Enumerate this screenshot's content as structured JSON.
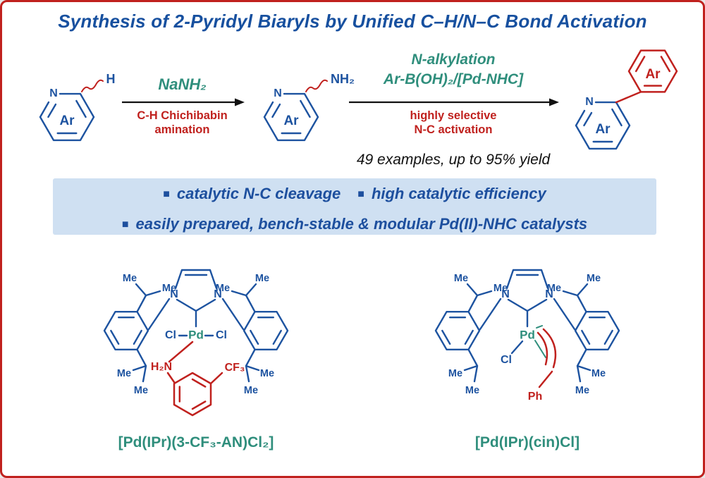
{
  "title": "Synthesis of 2-Pyridyl Biaryls by Unified C–H/N–C Bond Activation",
  "scheme": {
    "reactant": {
      "n": "N",
      "ar": "Ar",
      "substituent": "H"
    },
    "arrow1": {
      "reagent": "NaNH₂",
      "condition_line1": "C-H Chichibabin",
      "condition_line2": "amination"
    },
    "intermediate": {
      "n": "N",
      "ar": "Ar",
      "substituent": "NH₂"
    },
    "arrow2": {
      "reagent_line1": "N-alkylation",
      "reagent_line2": "Ar-B(OH)₂/[Pd-NHC]",
      "condition_line1": "highly selective",
      "condition_line2": "N-C activation"
    },
    "product": {
      "n": "N",
      "ar_pyridyl": "Ar",
      "ar_aryl": "Ar"
    },
    "scope": "49 examples, up to 95% yield"
  },
  "highlights": {
    "bullet": "■",
    "item1": "catalytic N-C cleavage",
    "item2": "high catalytic efficiency",
    "item3": "easily prepared, bench-stable & modular Pd(II)-NHC catalysts"
  },
  "catalysts": {
    "left": {
      "me": "Me",
      "n": "N",
      "pd": "Pd",
      "cl_left": "Cl",
      "cl_right": "Cl",
      "amine": "H₂N",
      "cf3": "CF₃",
      "label": "[Pd(IPr)(3-CF₃-AN)Cl₂]"
    },
    "right": {
      "me": "Me",
      "n": "N",
      "pd": "Pd",
      "cl": "Cl",
      "ph": "Ph",
      "label": "[Pd(IPr)(cin)Cl]"
    }
  },
  "colors": {
    "structure_blue": "#1d53a0",
    "structure_red": "#c0211e",
    "teal": "#2f8e7c",
    "highlight_bg": "#cfe0f2",
    "border_red": "#c0211e"
  }
}
